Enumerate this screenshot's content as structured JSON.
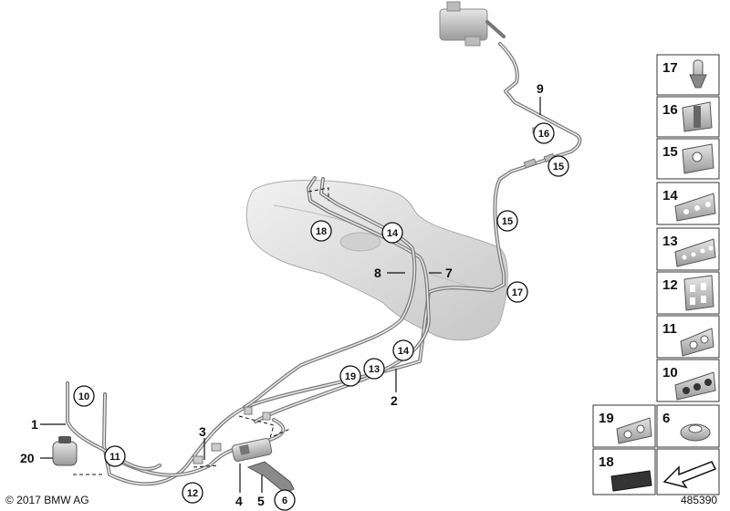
{
  "copyright": "© 2017 BMW AG",
  "diagram_id": "485390",
  "callouts": [
    {
      "id": "c1",
      "text": "1"
    },
    {
      "id": "c2",
      "text": "2"
    },
    {
      "id": "c3",
      "text": "3"
    },
    {
      "id": "c4",
      "text": "4"
    },
    {
      "id": "c5",
      "text": "5"
    },
    {
      "id": "c7",
      "text": "7"
    },
    {
      "id": "c8",
      "text": "8"
    },
    {
      "id": "c9",
      "text": "9"
    },
    {
      "id": "c20",
      "text": "20"
    }
  ],
  "circled_refs": [
    {
      "id": "r10",
      "text": "10"
    },
    {
      "id": "r11",
      "text": "11"
    },
    {
      "id": "r12",
      "text": "12"
    },
    {
      "id": "r6",
      "text": "6"
    },
    {
      "id": "r19",
      "text": "19"
    },
    {
      "id": "r13",
      "text": "13"
    },
    {
      "id": "r14a",
      "text": "14"
    },
    {
      "id": "r14b",
      "text": "14"
    },
    {
      "id": "r18",
      "text": "18"
    },
    {
      "id": "r15a",
      "text": "15"
    },
    {
      "id": "r15b",
      "text": "15"
    },
    {
      "id": "r16",
      "text": "16"
    },
    {
      "id": "r17",
      "text": "17"
    }
  ],
  "parts_panel": [
    {
      "id": "p17",
      "text": "17"
    },
    {
      "id": "p16",
      "text": "16"
    },
    {
      "id": "p15",
      "text": "15"
    },
    {
      "id": "p14",
      "text": "14"
    },
    {
      "id": "p13",
      "text": "13"
    },
    {
      "id": "p12",
      "text": "12"
    },
    {
      "id": "p11",
      "text": "11"
    },
    {
      "id": "p10",
      "text": "10"
    },
    {
      "id": "p19",
      "text": "19"
    },
    {
      "id": "p6",
      "text": "6"
    },
    {
      "id": "p18",
      "text": "18"
    }
  ]
}
